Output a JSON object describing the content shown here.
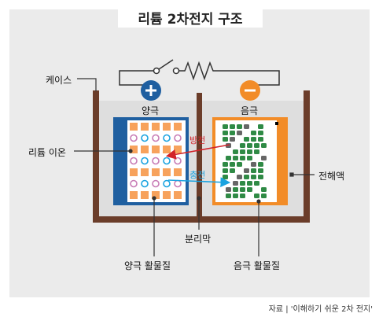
{
  "title": "리튬 2차전지 구조",
  "labels": {
    "case": "케이스",
    "positive": "양극",
    "negative": "음극",
    "lithium_ion": "리튬 이온",
    "electrolyte": "전해액",
    "separator": "분리막",
    "positive_active": "양극 활물질",
    "negative_active": "음극 활물질",
    "discharge": "방전",
    "charge": "충전"
  },
  "source": "자료 | '이해하기 쉬운 2차 전지'",
  "colors": {
    "case": "#6b3d2a",
    "positive_plate": "#1f5fa0",
    "negative_plate": "#f28c28",
    "cathode_squares": "#f7a25c",
    "anode_particles": "#2f8a45",
    "ion_ring": "#c77bb5",
    "discharge_arrow": "#d2232a",
    "charge_arrow": "#1aa3e0",
    "plus_circle": "#1f5fa0",
    "minus_circle": "#f28c28"
  },
  "icons": {
    "switch": "switch-icon",
    "resistor": "resistor-icon",
    "plus": "plus-icon",
    "minus": "minus-icon"
  }
}
